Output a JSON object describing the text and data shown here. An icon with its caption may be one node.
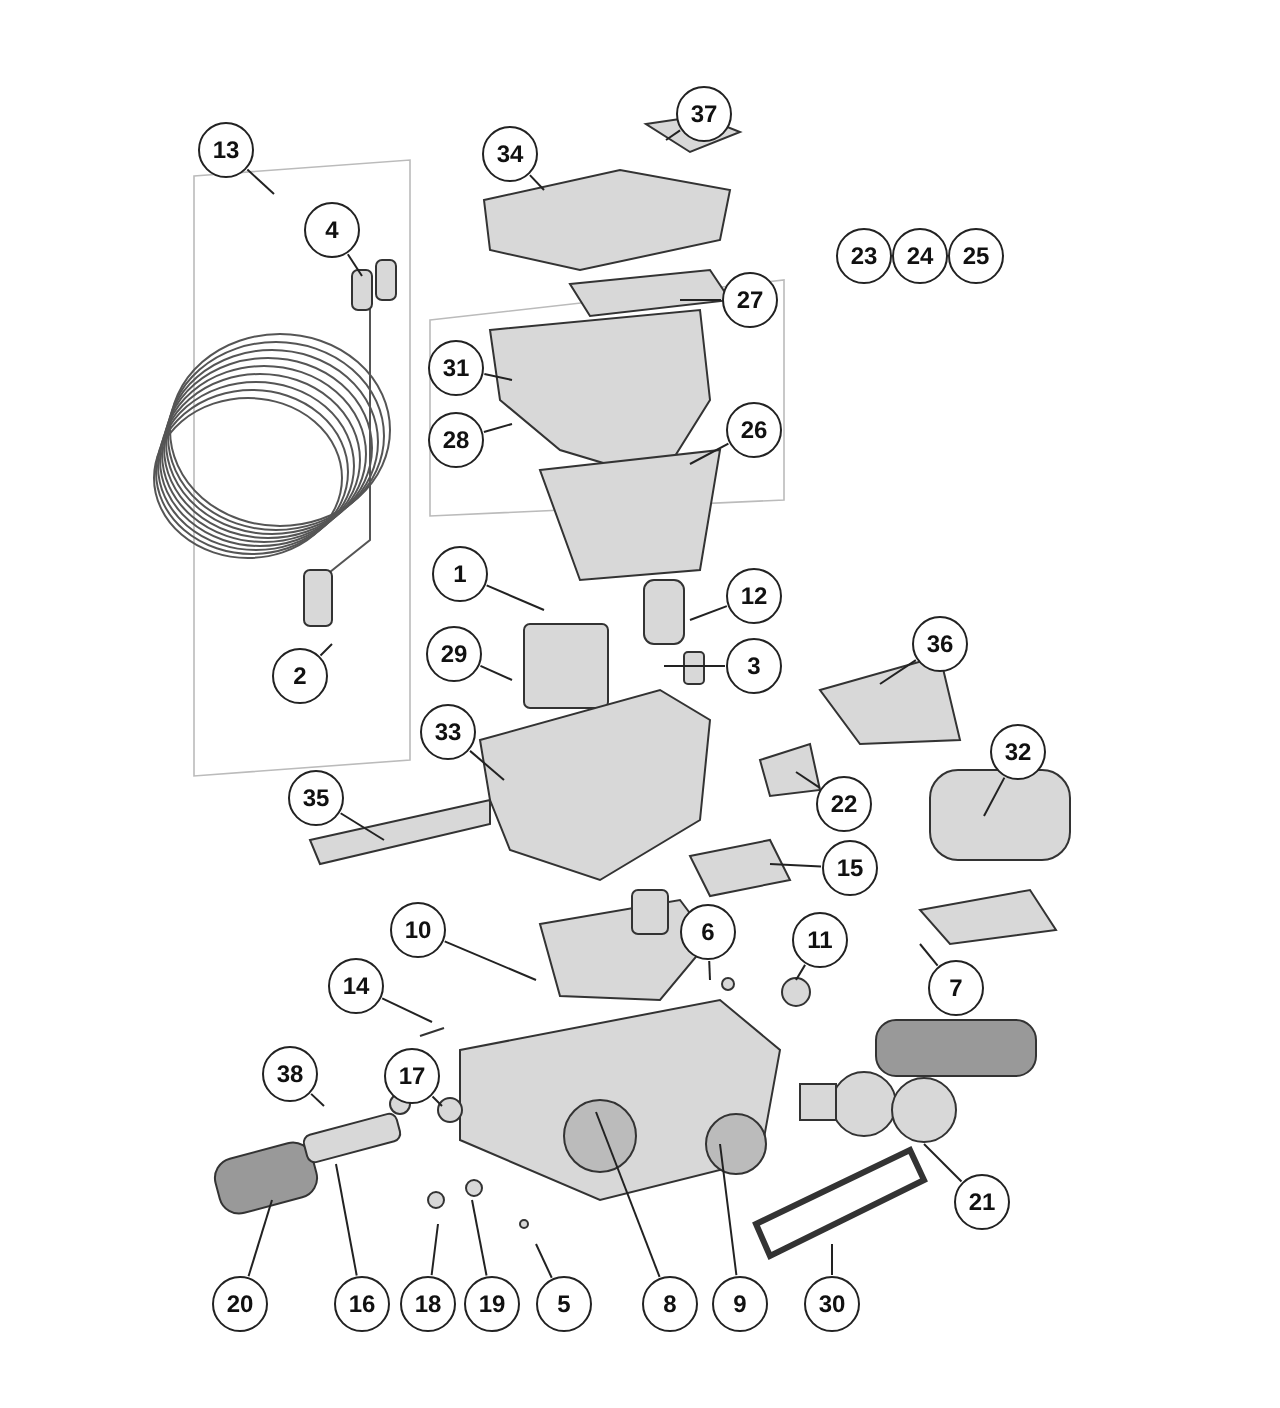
{
  "diagram": {
    "nodes": [
      {
        "text": [
          "37"
        ]
      },
      {
        "text": [
          "13"
        ]
      },
      {
        "text": [
          "34"
        ]
      },
      {
        "text": [
          "4"
        ]
      },
      {
        "text": [
          "23"
        ]
      },
      {
        "text": [
          "24"
        ]
      },
      {
        "text": [
          "25"
        ]
      },
      {
        "text": [
          "27"
        ]
      },
      {
        "text": [
          "31"
        ]
      },
      {
        "text": [
          "26"
        ]
      },
      {
        "text": [
          "28"
        ]
      },
      {
        "text": [
          "1"
        ]
      },
      {
        "text": [
          "12"
        ]
      },
      {
        "text": [
          "2"
        ]
      },
      {
        "text": [
          "29"
        ]
      },
      {
        "text": [
          "3"
        ]
      },
      {
        "text": [
          "36"
        ]
      },
      {
        "text": [
          "33"
        ]
      },
      {
        "text": [
          "32"
        ]
      },
      {
        "text": [
          "35"
        ]
      },
      {
        "text": [
          "22"
        ]
      },
      {
        "text": [
          "15"
        ]
      },
      {
        "text": [
          "10"
        ]
      },
      {
        "text": [
          "6"
        ]
      },
      {
        "text": [
          "11"
        ]
      },
      {
        "text": [
          "14"
        ]
      },
      {
        "text": [
          "7"
        ]
      },
      {
        "text": [
          "38"
        ]
      },
      {
        "text": [
          "17"
        ]
      },
      {
        "text": [
          "21"
        ]
      },
      {
        "text": [
          "20"
        ]
      },
      {
        "text": [
          "16"
        ]
      },
      {
        "text": [
          "18"
        ]
      },
      {
        "text": [
          "19"
        ]
      },
      {
        "text": [
          "5"
        ]
      },
      {
        "text": [
          "8"
        ]
      },
      {
        "text": [
          "9"
        ]
      },
      {
        "text": [
          "30"
        ]
      }
    ],
    "edges": [
      {
        "from": 0,
        "to": null,
        "arrow": "none"
      },
      {
        "from": 1,
        "to": null,
        "arrow": "none"
      },
      {
        "from": 2,
        "to": null,
        "arrow": "none"
      },
      {
        "from": 3,
        "to": null,
        "arrow": "none"
      },
      {
        "from": 7,
        "to": null,
        "arrow": "none"
      },
      {
        "from": 8,
        "to": null,
        "arrow": "none"
      },
      {
        "from": 9,
        "to": null,
        "arrow": "none"
      },
      {
        "from": 10,
        "to": null,
        "arrow": "none"
      },
      {
        "from": 11,
        "to": null,
        "arrow": "none"
      },
      {
        "from": 12,
        "to": null,
        "arrow": "none"
      },
      {
        "from": 13,
        "to": null,
        "arrow": "none"
      },
      {
        "from": 14,
        "to": null,
        "arrow": "none"
      },
      {
        "from": 15,
        "to": null,
        "arrow": "none"
      },
      {
        "from": 16,
        "to": null,
        "arrow": "none"
      },
      {
        "from": 17,
        "to": null,
        "arrow": "none"
      },
      {
        "from": 18,
        "to": null,
        "arrow": "none"
      },
      {
        "from": 19,
        "to": null,
        "arrow": "none"
      },
      {
        "from": 20,
        "to": null,
        "arrow": "none"
      },
      {
        "from": 21,
        "to": null,
        "arrow": "none"
      },
      {
        "from": 22,
        "to": null,
        "arrow": "none"
      },
      {
        "from": 23,
        "to": null,
        "arrow": "none"
      },
      {
        "from": 24,
        "to": null,
        "arrow": "none"
      },
      {
        "from": 25,
        "to": null,
        "arrow": "none"
      },
      {
        "from": 26,
        "to": null,
        "arrow": "none"
      },
      {
        "from": 27,
        "to": null,
        "arrow": "none"
      },
      {
        "from": 28,
        "to": null,
        "arrow": "none"
      },
      {
        "from": 29,
        "to": null,
        "arrow": "none"
      },
      {
        "from": 30,
        "to": null,
        "arrow": "none"
      },
      {
        "from": 31,
        "to": null,
        "arrow": "none"
      },
      {
        "from": 32,
        "to": null,
        "arrow": "none"
      },
      {
        "from": 33,
        "to": null,
        "arrow": "none"
      },
      {
        "from": 34,
        "to": null,
        "arrow": "none"
      },
      {
        "from": 35,
        "to": null,
        "arrow": "none"
      },
      {
        "from": 36,
        "to": null,
        "arrow": "none"
      },
      {
        "from": 37,
        "to": null,
        "arrow": "none"
      }
    ]
  }
}
